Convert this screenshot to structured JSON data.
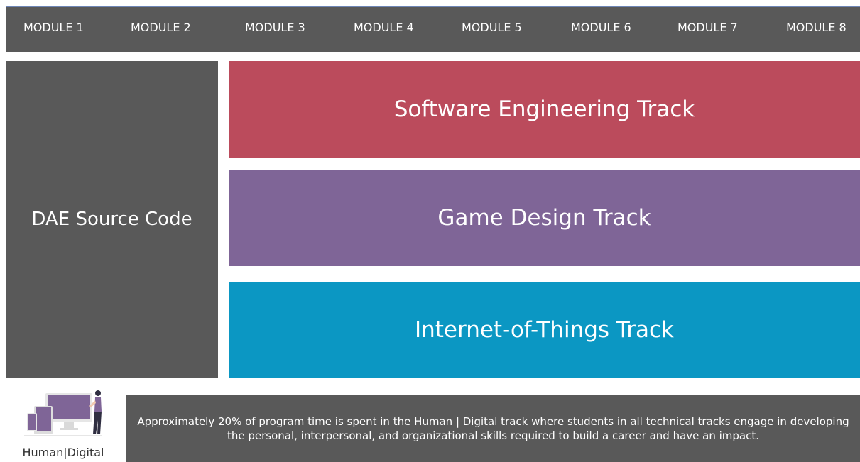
{
  "modules": [
    {
      "label": "MODULE 1"
    },
    {
      "label": "MODULE 2"
    },
    {
      "label": "MODULE 3"
    },
    {
      "label": "MODULE 4"
    },
    {
      "label": "MODULE 5"
    },
    {
      "label": "MODULE 6"
    },
    {
      "label": "MODULE 7"
    },
    {
      "label": "MODULE 8"
    }
  ],
  "source": {
    "label": "DAE Source Code"
  },
  "tracks": [
    {
      "label": "Software Engineering Track",
      "color": "#bb4b5c"
    },
    {
      "label": "Game Design Track",
      "color": "#7f6597"
    },
    {
      "label": "Internet-of-Things Track",
      "color": "#0b97c3"
    }
  ],
  "human_digital": {
    "logo_label": "Human|Digital",
    "logo_icon": "human-digital-illustration-icon",
    "description": "Approximately 20% of program time is spent in the Human | Digital track where students in all technical tracks engage in developing the personal, interpersonal, and organizational skills required to build a career and have an impact."
  },
  "colors": {
    "bar_gray": "#595959",
    "text_white": "#ffffff",
    "accent_purple": "#7f6597"
  }
}
